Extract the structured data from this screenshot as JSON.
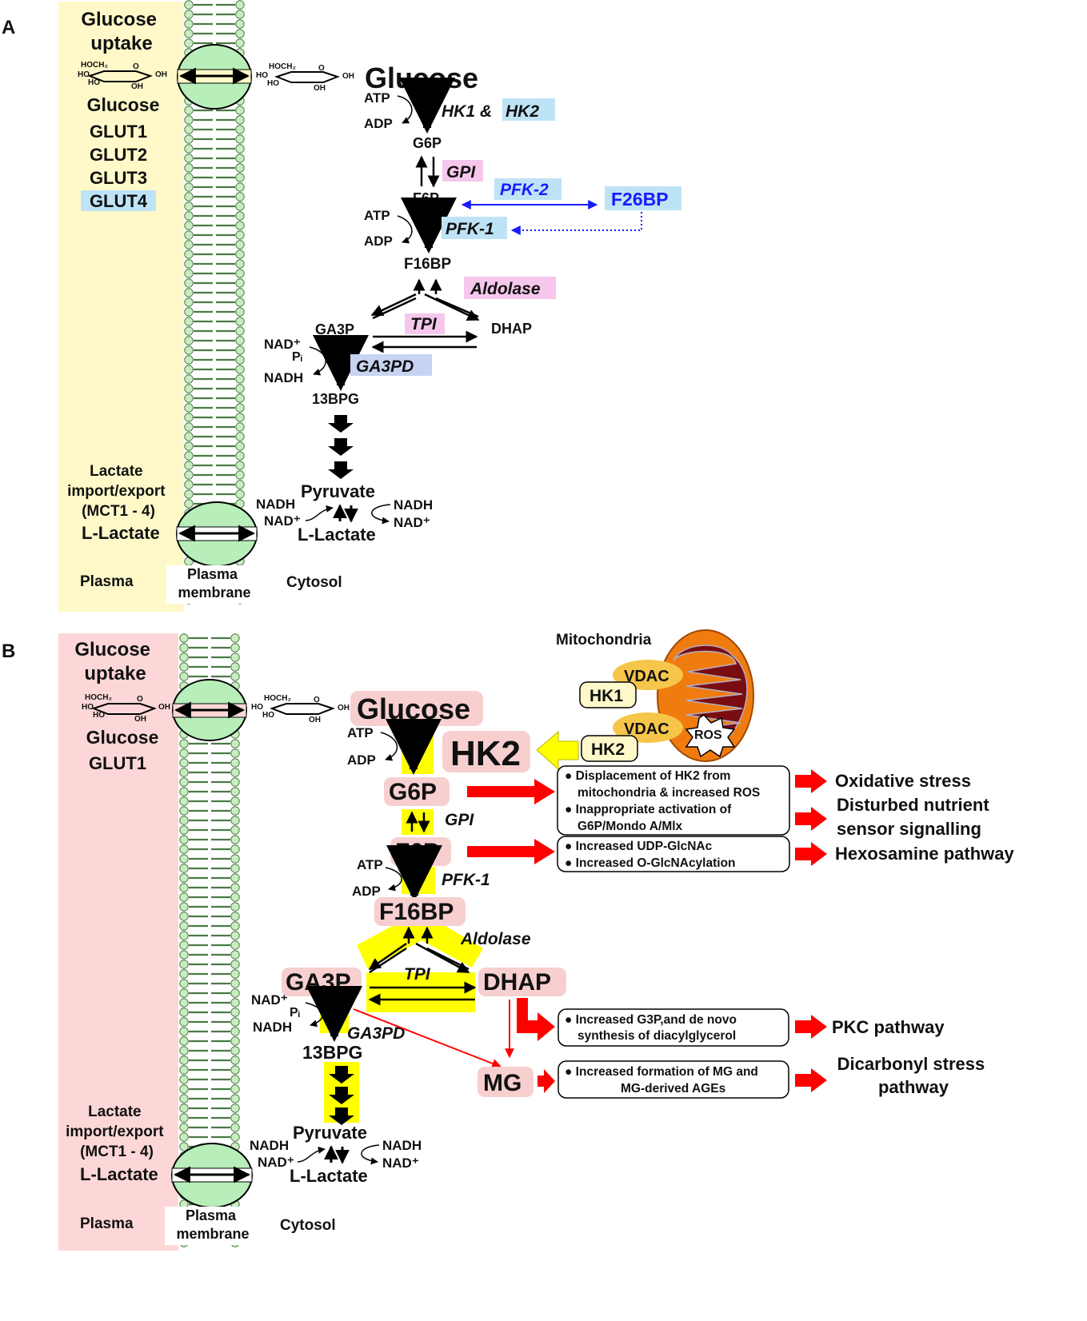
{
  "colors": {
    "plasma_a": "#fff9c9",
    "plasma_b": "#fdd7d7",
    "membrane_lipid": "#c9ecc0",
    "transporter": "#b7eeba",
    "enzyme_blue": "#bfe3f6",
    "enzyme_pink": "#f6c7ec",
    "metabolite_pink": "#f7cfcf",
    "highlight_yellow": "#ffff00",
    "arrow_red": "#ff0000",
    "blue_link": "#1a1aff",
    "mito_outer": "#f07c10",
    "mito_inner": "#7a0d12",
    "vdac": "#f5c64a"
  },
  "panel_a": {
    "label": "A",
    "glucose_uptake": [
      "Glucose",
      "uptake"
    ],
    "glucose_left": "Glucose",
    "transporters": [
      "GLUT1",
      "GLUT2",
      "GLUT3",
      "GLUT4"
    ],
    "sugar_labels": {
      "hoch2": "HOCH₂",
      "ho": "HO",
      "oh": "OH",
      "o": "O"
    },
    "glucose": "Glucose",
    "atp": "ATP",
    "adp": "ADP",
    "hk1": "HK1",
    "amp": "&",
    "hk2": "HK2",
    "g6p": "G6P",
    "gpi": "GPI",
    "f6p": "F6P",
    "pfk2": "PFK-2",
    "f26bp": "F26BP",
    "pfk1": "PFK-1",
    "f16bp": "F16BP",
    "aldolase": "Aldolase",
    "ga3p": "GA3P",
    "tpi": "TPI",
    "dhap": "DHAP",
    "nad": "NAD⁺",
    "pi": "Pᵢ",
    "nadh": "NADH",
    "ga3pd": "GA3PD",
    "bpg13": "13BPG",
    "lactate_transport": [
      "Lactate",
      "import/export",
      "(MCT1 - 4)"
    ],
    "l_lactate_left": "L-Lactate",
    "pyruvate": "Pyruvate",
    "l_lactate": "L-Lactate",
    "plasma": "Plasma",
    "plasma_membrane": [
      "Plasma",
      "membrane"
    ],
    "cytosol": "Cytosol"
  },
  "panel_b": {
    "label": "B",
    "glucose_uptake": [
      "Glucose",
      "uptake"
    ],
    "glucose_left": "Glucose",
    "glut1": "GLUT1",
    "mitochondria": "Mitochondria",
    "vdac": "VDAC",
    "hk1": "HK1",
    "hk2_small": "HK2",
    "ros": "ROS",
    "glucose": "Glucose",
    "atp": "ATP",
    "adp": "ADP",
    "hk2": "HK2",
    "g6p": "G6P",
    "gpi": "GPI",
    "f6p": "F6P",
    "pfk1": "PFK-1",
    "f16bp": "F16BP",
    "aldolase": "Aldolase",
    "ga3p": "GA3P",
    "tpi": "TPI",
    "dhap": "DHAP",
    "nad": "NAD⁺",
    "pi": "Pᵢ",
    "nadh": "NADH",
    "ga3pd": "GA3PD",
    "bpg13": "13BPG",
    "mg": "MG",
    "box1": [
      "● Displacement of HK2 from",
      "mitochondria & increased ROS",
      "● Inappropriate activation of",
      "G6P/Mondo A/Mlx"
    ],
    "box2": [
      "● Increased UDP-GlcNAc",
      "● Increased O-GlcNAcylation"
    ],
    "box3": [
      "● Increased G3P,and de novo",
      "synthesis of diacylglycerol"
    ],
    "box4": [
      "● Increased formation of MG and",
      "MG-derived AGEs"
    ],
    "outcomes": {
      "oxidative": "Oxidative stress",
      "nutrient": [
        "Disturbed nutrient",
        "sensor signalling"
      ],
      "hexosamine": "Hexosamine pathway",
      "pkc": "PKC pathway",
      "dicarbonyl": [
        "Dicarbonyl stress",
        "pathway"
      ]
    },
    "lactate_transport": [
      "Lactate",
      "import/export",
      "(MCT1 - 4)"
    ],
    "l_lactate_left": "L-Lactate",
    "pyruvate": "Pyruvate",
    "l_lactate": "L-Lactate",
    "plasma": "Plasma",
    "plasma_membrane": [
      "Plasma",
      "membrane"
    ],
    "cytosol": "Cytosol"
  }
}
